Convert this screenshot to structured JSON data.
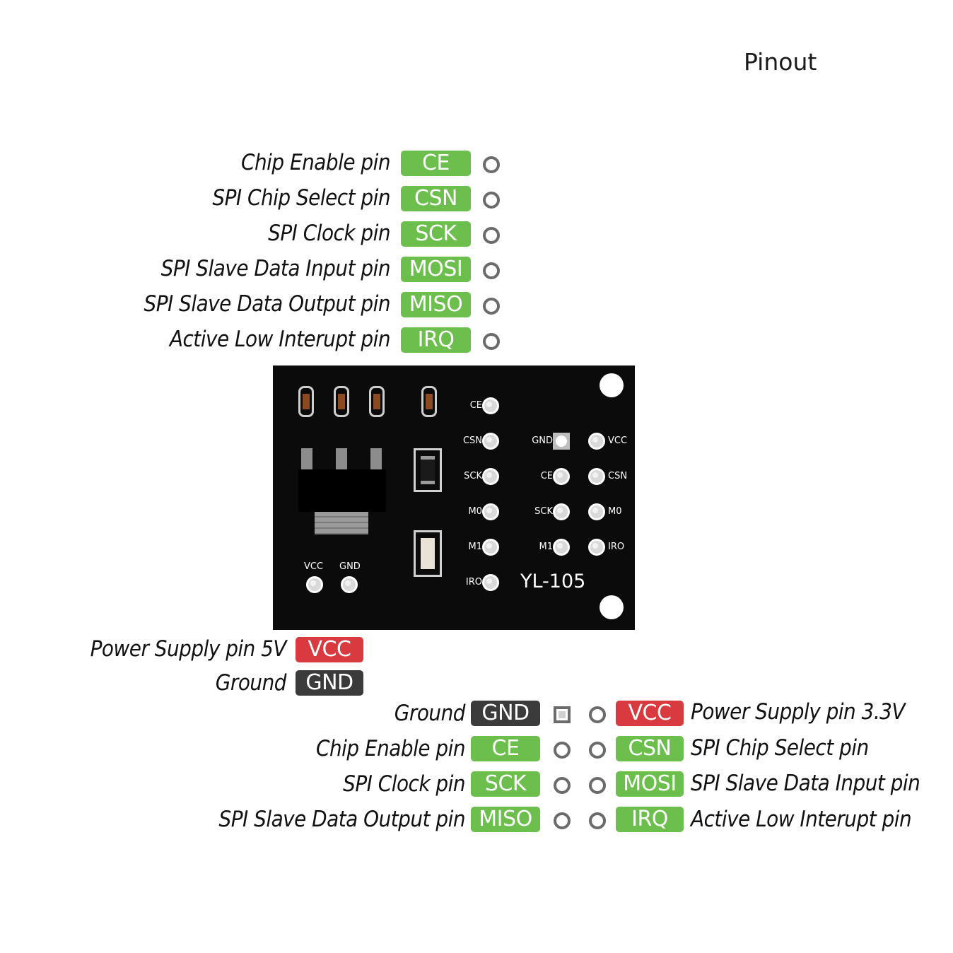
{
  "title": "Pinout",
  "top_header": {
    "rows": [
      {
        "desc": "Chip Enable pin",
        "pin": "CE"
      },
      {
        "desc": "SPI Chip Select pin",
        "pin": "CSN"
      },
      {
        "desc": "SPI Clock pin",
        "pin": "SCK"
      },
      {
        "desc": "SPI Slave Data Input pin",
        "pin": "MOSI"
      },
      {
        "desc": "SPI Slave Data Output pin",
        "pin": "MISO"
      },
      {
        "desc": "Active Low Interupt pin",
        "pin": "IRQ"
      }
    ]
  },
  "board": {
    "model": "YL-105",
    "left_header_labels": [
      "CE",
      "CSN",
      "SCK",
      "M0",
      "M1",
      "IRO"
    ],
    "mid_header_labels": [
      "GND",
      "CE",
      "SCK",
      "M1"
    ],
    "right_header_labels": [
      "VCC",
      "CSN",
      "M0",
      "IRO"
    ],
    "power_labels": [
      "VCC",
      "GND"
    ]
  },
  "power_header": {
    "rows": [
      {
        "desc": "Power Supply pin 5V",
        "pin": "VCC",
        "color": "#d93a3f"
      },
      {
        "desc": "Ground",
        "pin": "GND",
        "color": "#3b3b3b"
      }
    ]
  },
  "bottom_header": {
    "left": [
      {
        "desc": "Ground",
        "pin": "GND"
      },
      {
        "desc": "Chip Enable pin",
        "pin": "CE"
      },
      {
        "desc": "SPI Clock pin",
        "pin": "SCK"
      },
      {
        "desc": "SPI Slave Data Output pin",
        "pin": "MISO"
      }
    ],
    "right": [
      {
        "desc": "Power Supply pin 3.3V",
        "pin": "VCC"
      },
      {
        "desc": "SPI Chip Select pin",
        "pin": "CSN"
      },
      {
        "desc": "SPI Slave Data Input pin",
        "pin": "MOSI"
      },
      {
        "desc": "Active Low Interupt pin",
        "pin": "IRQ"
      }
    ]
  },
  "colors": {
    "green": "#6cbf4d",
    "red": "#d93a3f",
    "dark": "#3b3b3b",
    "board": "#0b0b0b"
  }
}
